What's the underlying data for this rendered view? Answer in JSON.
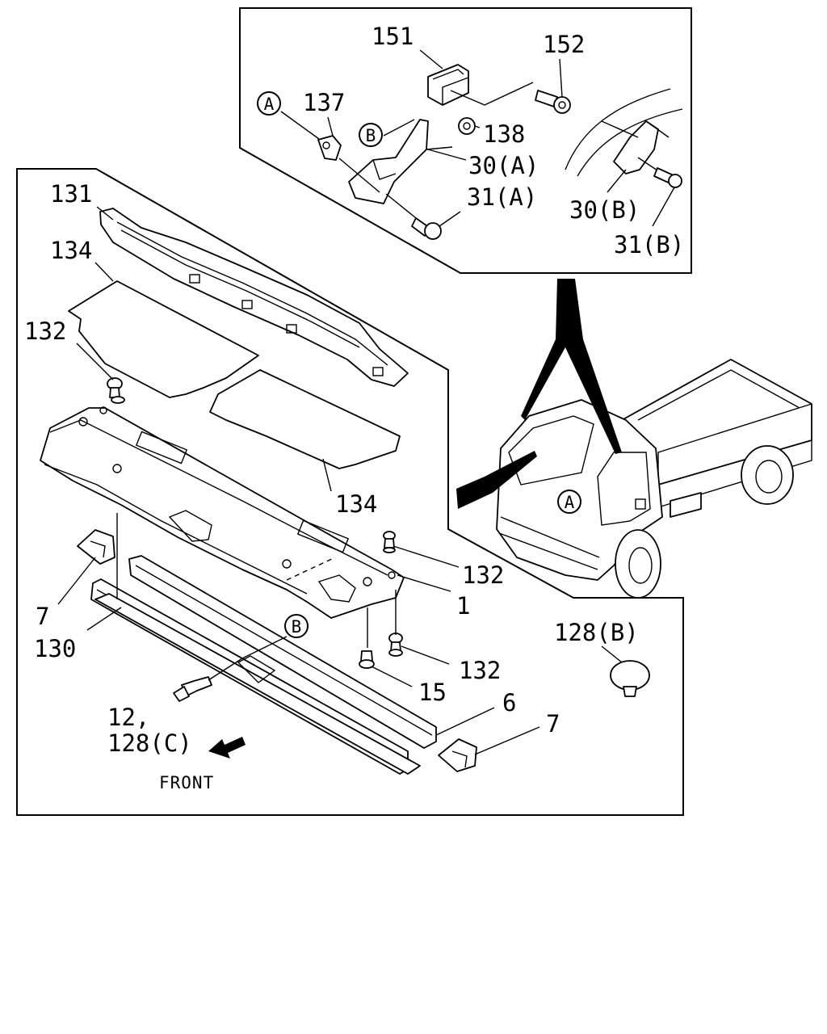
{
  "labels": {
    "l151": "151",
    "l152": "152",
    "l137": "137",
    "l138": "138",
    "l30a": "30(A)",
    "l31a": "31(A)",
    "l30b": "30(B)",
    "l31b": "31(B)",
    "l131": "131",
    "l134a": "134",
    "l132a": "132",
    "l134b": "134",
    "l132b": "132",
    "l1": "1",
    "l7a": "7",
    "l130": "130",
    "l132c": "132",
    "l15": "15",
    "l128b": "128(B)",
    "l12": "12,",
    "l128c": "128(C)",
    "l6": "6",
    "l7b": "7",
    "front": "FRONT"
  },
  "callouts": {
    "a_top": "A",
    "b_top": "B",
    "a_truck": "A",
    "b_main": "B"
  }
}
